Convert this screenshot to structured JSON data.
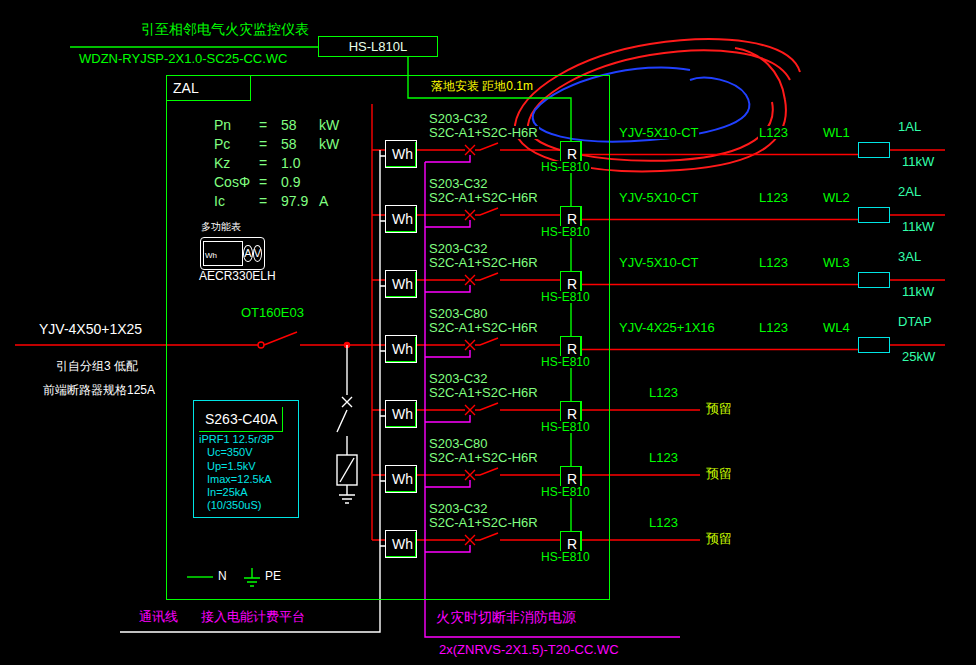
{
  "diagram": {
    "nodes": [
      {
        "text": [
          "HS-L810L"
        ]
      },
      {
        "text": [
          "ZAL"
        ]
      },
      {
        "text": [
          "Wh",
          "A",
          "V"
        ],
        "in": 1
      },
      {
        "text": [
          "S263-C40A",
          "iPRF1 12.5r/3P",
          "Uc=350V",
          "Up=1.5kV",
          "Imax=12.5kA",
          "In=25kA",
          "(10/350uS)"
        ],
        "in": 1
      },
      {
        "text": [
          "Wh"
        ],
        "in": 1
      },
      {
        "text": [
          "Wh"
        ],
        "in": 1
      },
      {
        "text": [
          "Wh"
        ],
        "in": 1
      },
      {
        "text": [
          "Wh"
        ],
        "in": 1
      },
      {
        "text": [
          "Wh"
        ],
        "in": 1
      },
      {
        "text": [
          "Wh"
        ],
        "in": 1
      },
      {
        "text": [
          "Wh"
        ],
        "in": 1
      },
      {
        "text": [
          "R"
        ],
        "in": 1
      },
      {
        "text": [
          "R"
        ],
        "in": 1
      },
      {
        "text": [
          "R"
        ],
        "in": 1
      },
      {
        "text": [
          "R"
        ],
        "in": 1
      },
      {
        "text": [
          "R"
        ],
        "in": 1
      },
      {
        "text": [
          "R"
        ],
        "in": 1
      },
      {
        "text": [
          "R"
        ],
        "in": 1
      },
      {
        "text": [
          "1AL",
          "11kW"
        ]
      },
      {
        "text": [
          "2AL",
          "11kW"
        ]
      },
      {
        "text": [
          "3AL",
          "11kW"
        ]
      },
      {
        "text": [
          "DTAP",
          "25kW"
        ]
      }
    ],
    "edges": [
      {
        "from": 0,
        "to": 11,
        "arrow": "none"
      },
      {
        "from": 11,
        "to": 12,
        "arrow": "none"
      },
      {
        "from": 12,
        "to": 13,
        "arrow": "none"
      },
      {
        "from": 13,
        "to": 14,
        "arrow": "none"
      },
      {
        "from": 14,
        "to": 15,
        "arrow": "none"
      },
      {
        "from": 15,
        "to": 16,
        "arrow": "none"
      },
      {
        "from": 16,
        "to": 17,
        "arrow": "none"
      },
      {
        "from": 11,
        "to": 18,
        "arrow": "none"
      },
      {
        "from": 12,
        "to": 19,
        "arrow": "none"
      },
      {
        "from": 13,
        "to": 20,
        "arrow": "none"
      },
      {
        "from": 14,
        "to": 21,
        "arrow": "none"
      }
    ],
    "labels": [
      "引至相邻电气火灾监控仪表",
      "WDZN-RYJSP-2X1.0-SC25-CC.WC",
      "落地安装 距地0.1m",
      "Pn",
      "=",
      "58",
      "kW",
      "Pc",
      "=",
      "58",
      "kW",
      "Kz",
      "=",
      "1.0",
      "CosΦ",
      "=",
      "0.9",
      "Ic",
      "=",
      "97.9",
      "A",
      "多功能表",
      "AECR330ELH",
      "OT160E03",
      "YJV-4X50+1X25",
      "引自分组3 低配",
      "前端断路器规格125A",
      "S203-C32",
      "S2C-A1+S2C-H6R",
      "HS-E810",
      "S203-C32",
      "S2C-A1+S2C-H6R",
      "HS-E810",
      "S203-C32",
      "S2C-A1+S2C-H6R",
      "HS-E810",
      "S203-C80",
      "S2C-A1+S2C-H6R",
      "HS-E810",
      "S203-C32",
      "S2C-A1+S2C-H6R",
      "HS-E810",
      "S203-C80",
      "S2C-A1+S2C-H6R",
      "HS-E810",
      "S203-C32",
      "S2C-A1+S2C-H6R",
      "HS-E810",
      "YJV-5X10-CT",
      "L123",
      "WL1",
      "YJV-5X10-CT",
      "L123",
      "WL2",
      "YJV-5X10-CT",
      "L123",
      "WL3",
      "YJV-4X25+1X16",
      "L123",
      "WL4",
      "L123",
      "预留",
      "L123",
      "预留",
      "L123",
      "预留",
      "通讯线",
      "接入电能计费平台",
      "火灾时切断非消防电源",
      "2x(ZNRVS-2X1.5)-T20-CC.WC"
    ],
    "legend": [
      {
        "text": "N"
      },
      {
        "text": "PE"
      }
    ]
  }
}
